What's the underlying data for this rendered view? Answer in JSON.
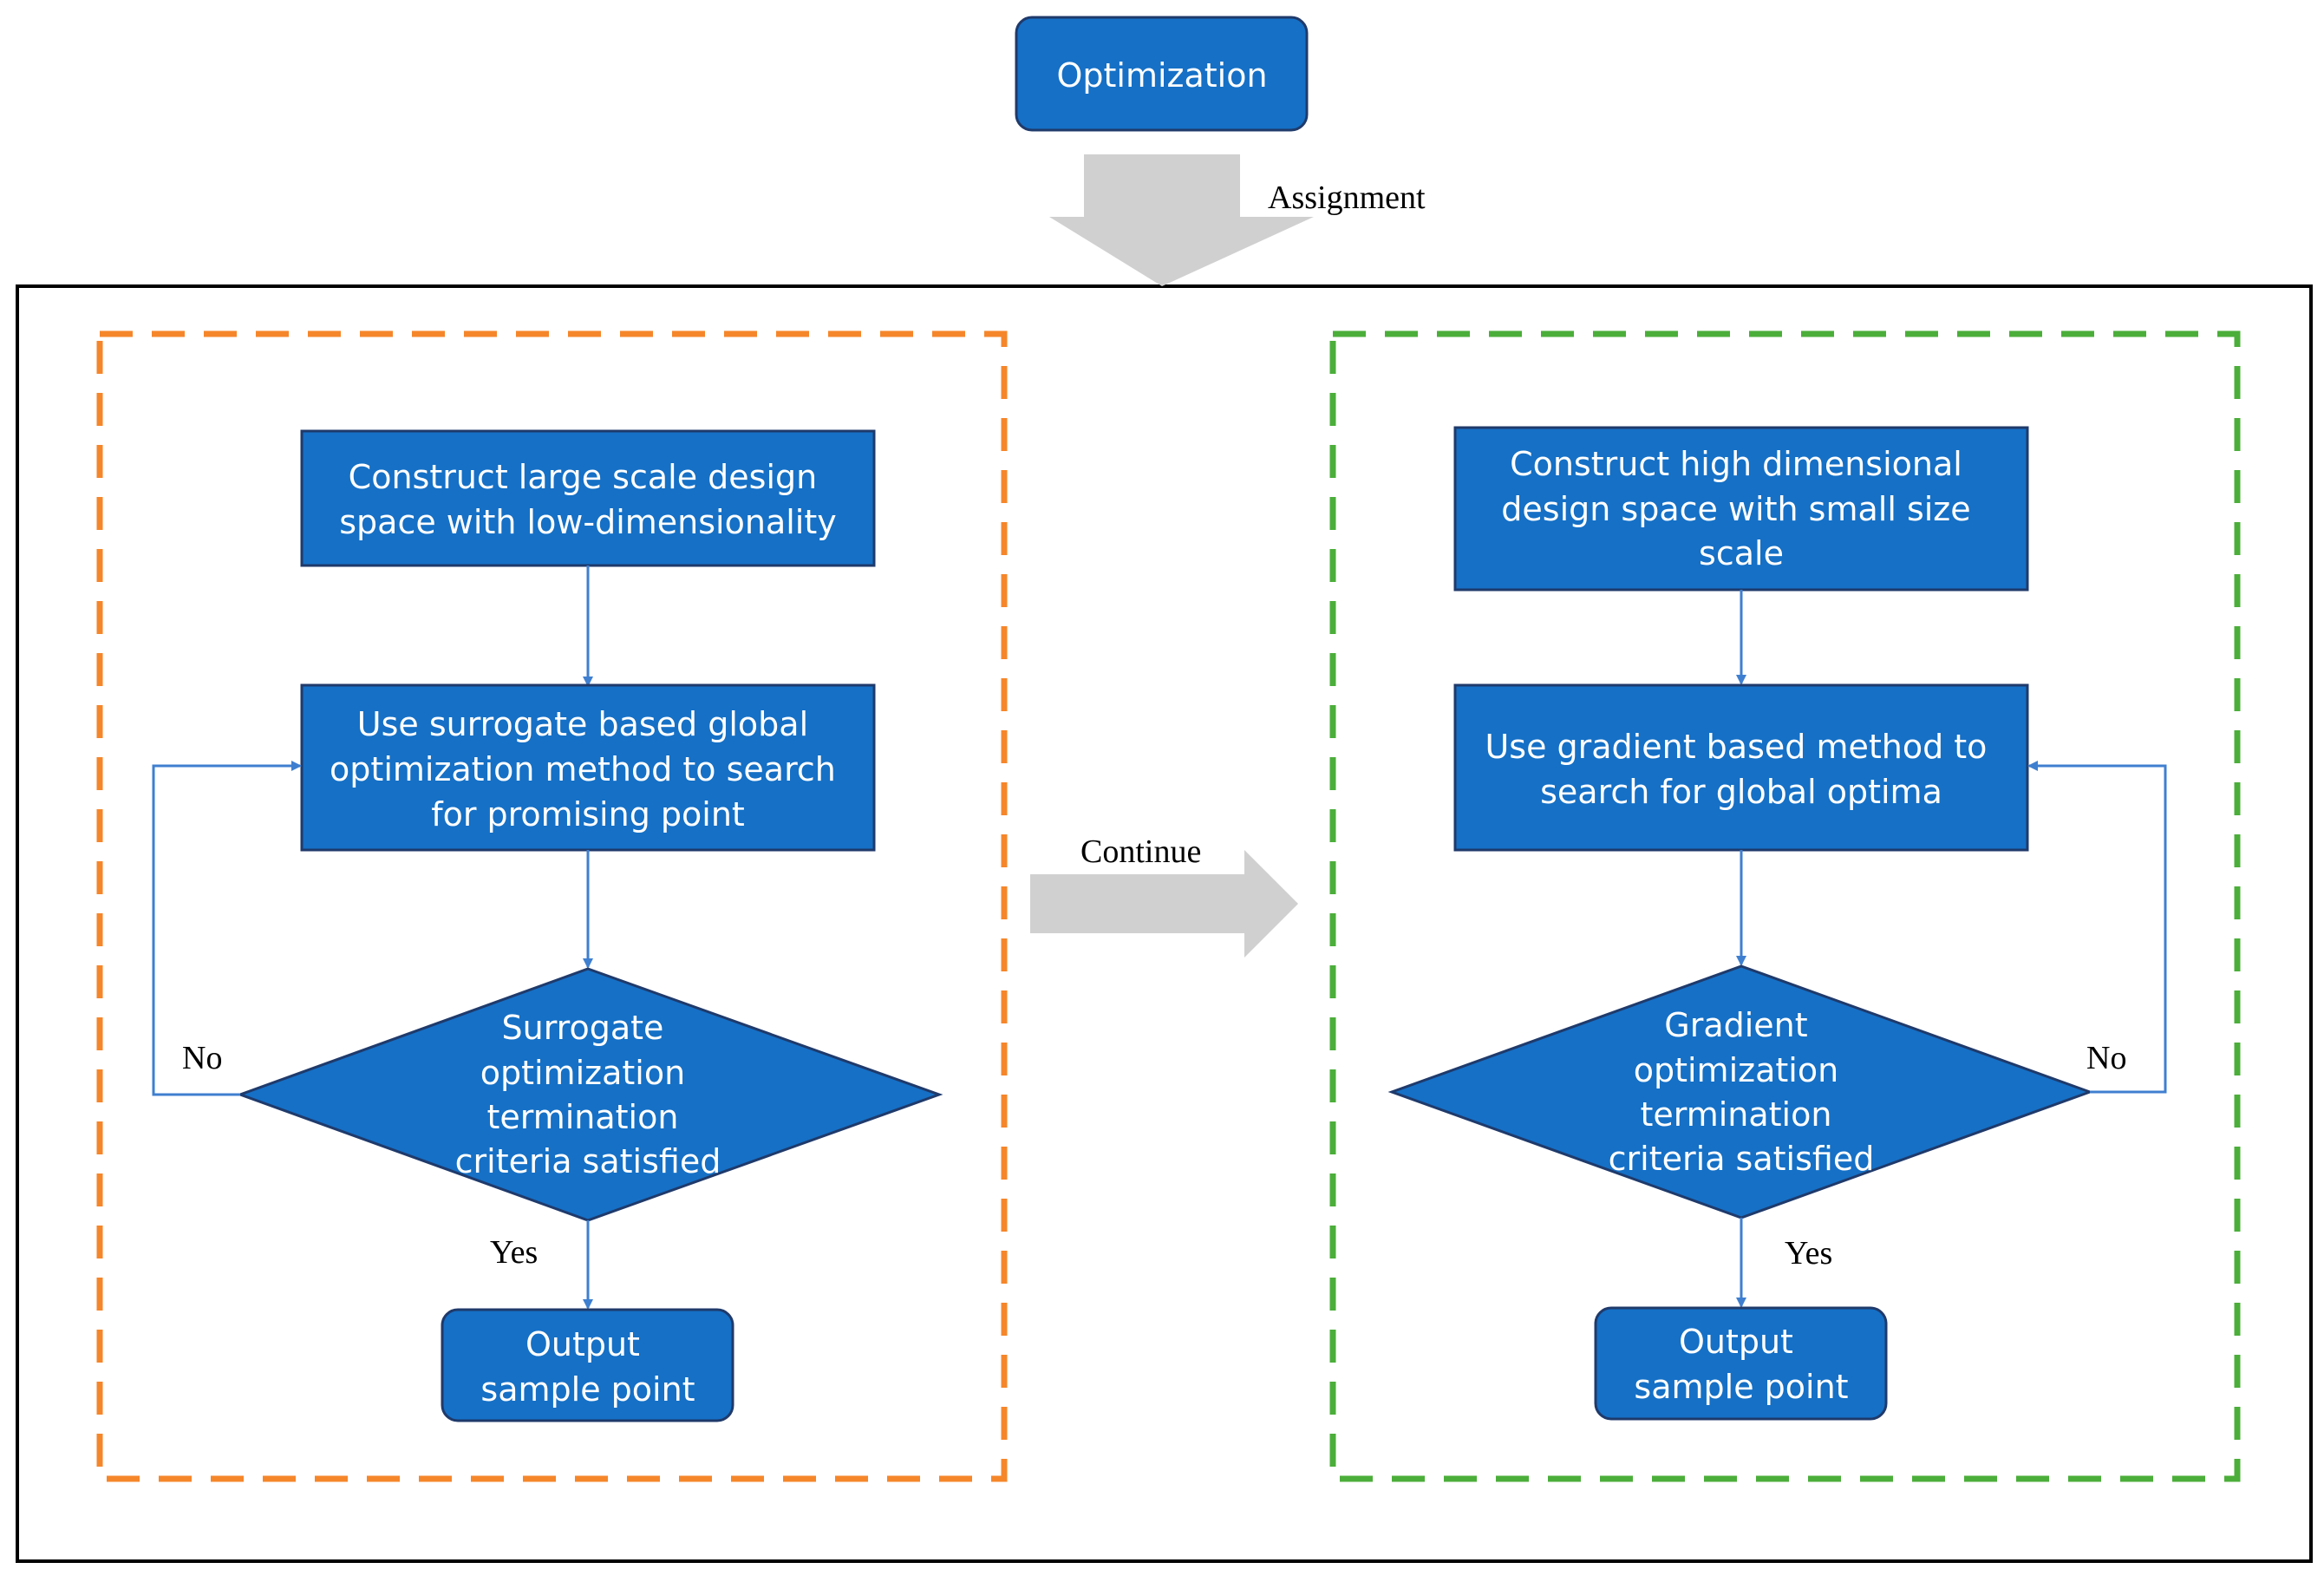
{
  "colors": {
    "box_fill": "#1570C6",
    "box_stroke": "#1F3A6B",
    "connector": "#3F7FD0",
    "big_arrow": "#D0D0D0",
    "left_dash": "#F5862A",
    "right_dash": "#4BAE3A",
    "frame": "#000000"
  },
  "top": {
    "title": "Optimization",
    "assignment_label": "Assignment"
  },
  "continue_label": "Continue",
  "left": {
    "construct": [
      "Construct large scale design",
      "space with low-dimensionality"
    ],
    "search": [
      "Use surrogate based global",
      "optimization method to search",
      "for promising point"
    ],
    "decision": [
      "Surrogate",
      "optimization",
      "termination",
      "criteria satisfied"
    ],
    "no_label": "No",
    "yes_label": "Yes",
    "output": [
      "Output",
      "sample point"
    ]
  },
  "right": {
    "construct": [
      "Construct high dimensional",
      "design space with small size",
      "scale"
    ],
    "search": [
      "Use gradient based method to",
      "search for global optima"
    ],
    "decision": [
      "Gradient",
      "optimization",
      "termination",
      "criteria satisfied"
    ],
    "no_label": "No",
    "yes_label": "Yes",
    "output": [
      "Output",
      "sample point"
    ]
  }
}
